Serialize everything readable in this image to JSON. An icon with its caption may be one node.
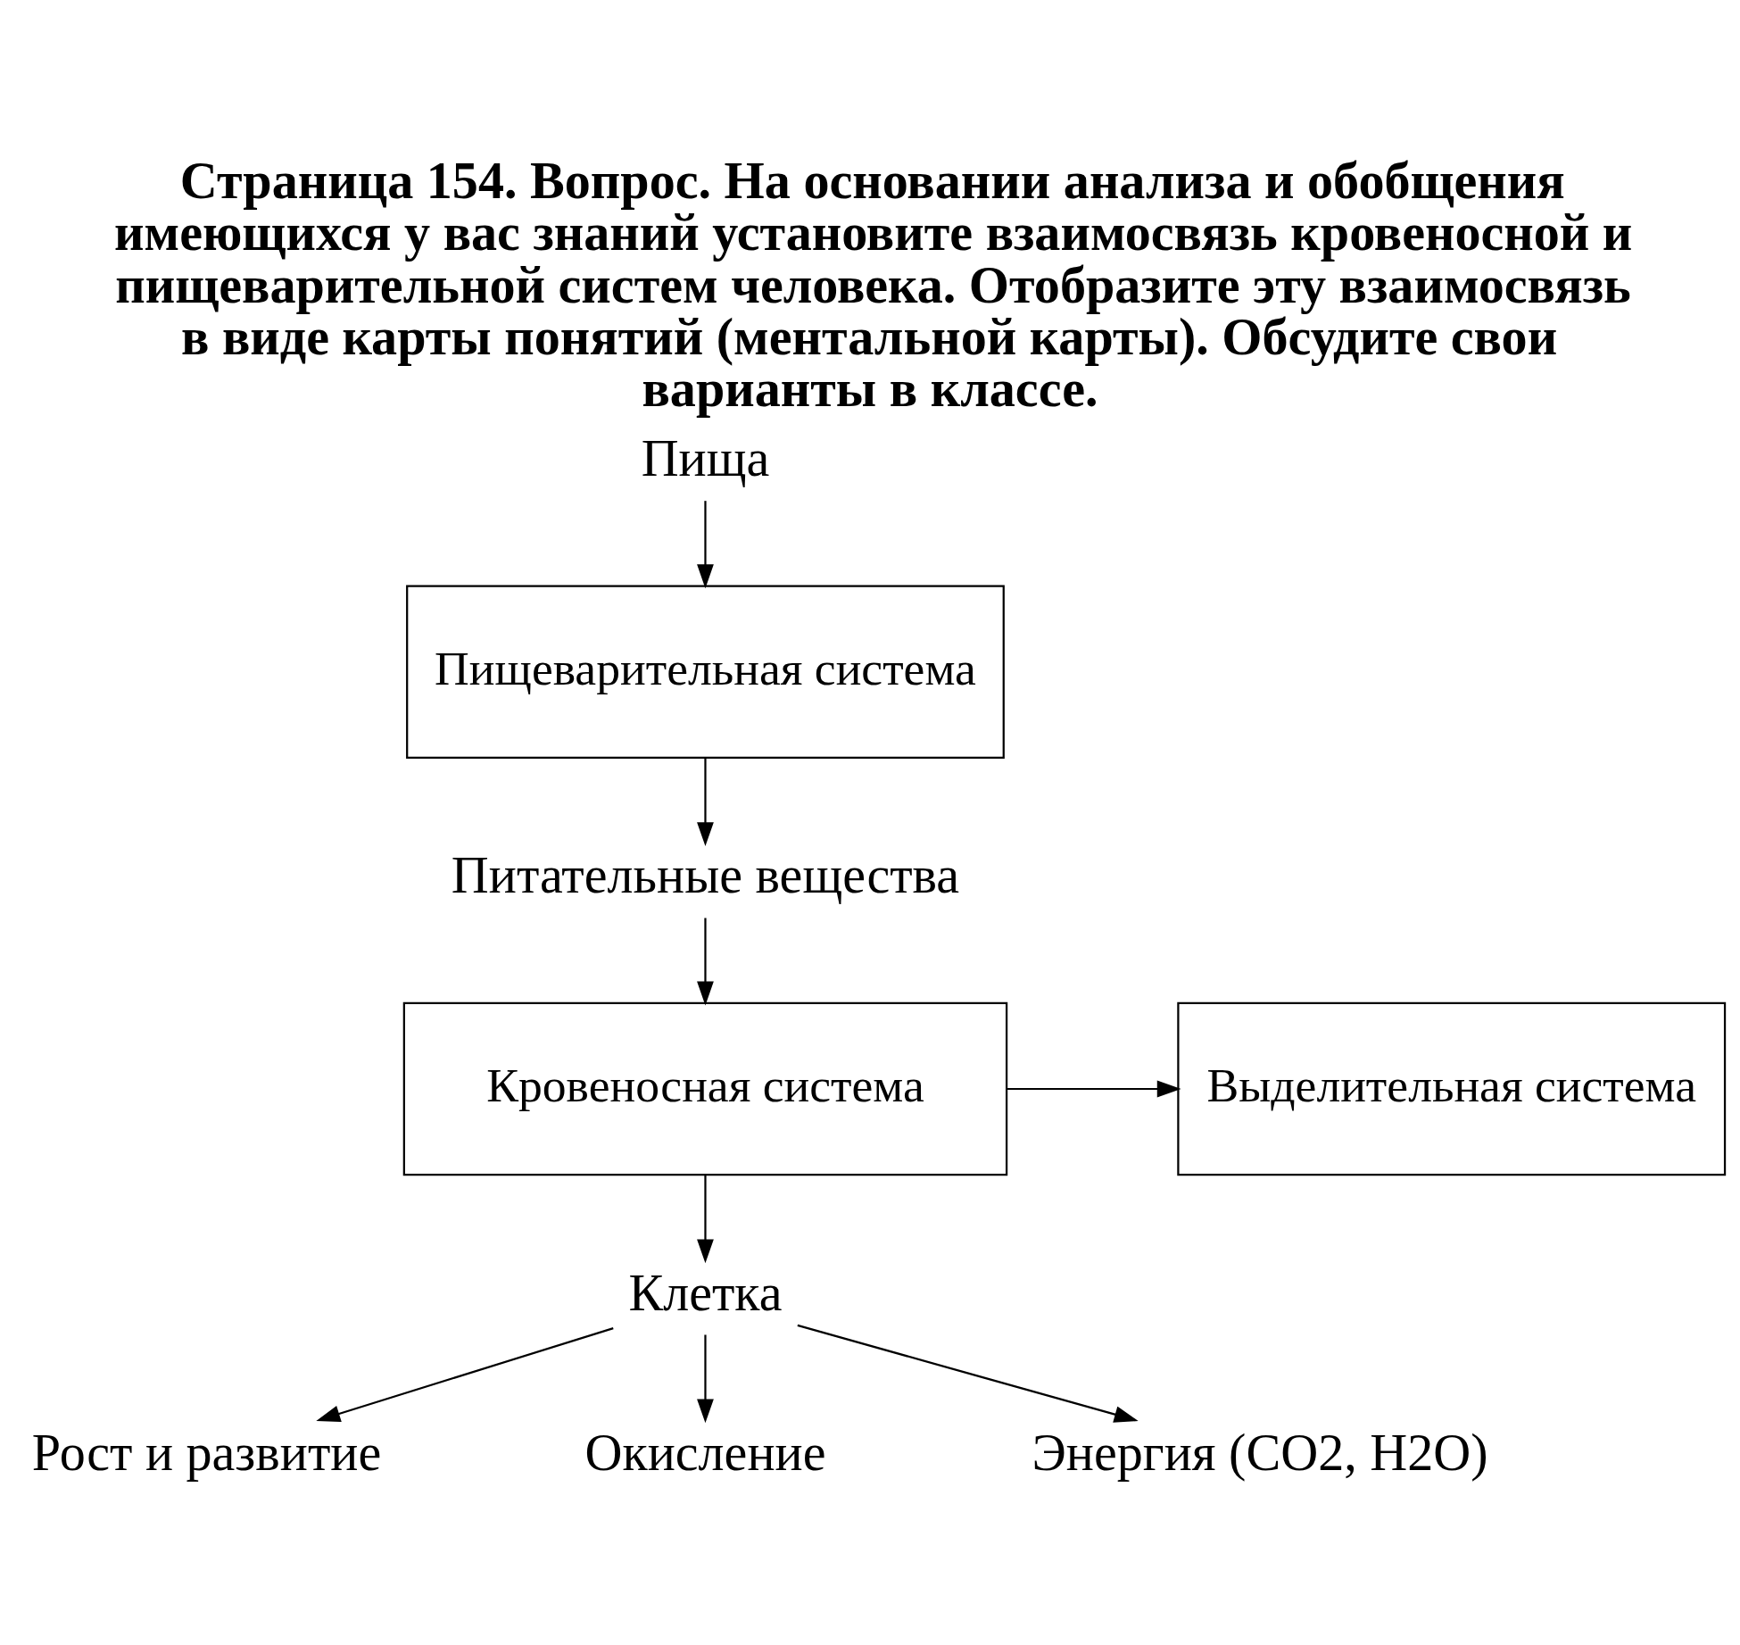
{
  "diagram": {
    "title": "Страница 154. Вопрос. На основании анализа и обобщения имеющихся у вас знаний установите взаимосвязь кровеносной и пищеварительной систем человека. Отобразите эту взаимосвязь в виде карты понятий (ментальной карты). Обсудите свои варианты в классе.",
    "nodes": [
      {
        "text": [
          "Пища"
        ]
      },
      {
        "text": [
          "Пищеварительная система"
        ]
      },
      {
        "text": [
          "Питательные вещества"
        ]
      },
      {
        "text": [
          "Кровеносная система"
        ]
      },
      {
        "text": [
          "Выделительная система"
        ]
      },
      {
        "text": [
          "Клетка"
        ]
      },
      {
        "text": [
          "Рост и развитие"
        ]
      },
      {
        "text": [
          "Окисление"
        ]
      },
      {
        "text": [
          "Энергия (CO2, H2O)"
        ]
      }
    ],
    "edges": [
      {
        "from": 0,
        "to": 1,
        "arrow": "to"
      },
      {
        "from": 1,
        "to": 2,
        "arrow": "to"
      },
      {
        "from": 2,
        "to": 3,
        "arrow": "to"
      },
      {
        "from": 3,
        "to": 4,
        "arrow": "to"
      },
      {
        "from": 3,
        "to": 5,
        "arrow": "to"
      },
      {
        "from": 5,
        "to": 6,
        "arrow": "to"
      },
      {
        "from": 5,
        "to": 7,
        "arrow": "to"
      },
      {
        "from": 5,
        "to": 8,
        "arrow": "to"
      }
    ]
  }
}
